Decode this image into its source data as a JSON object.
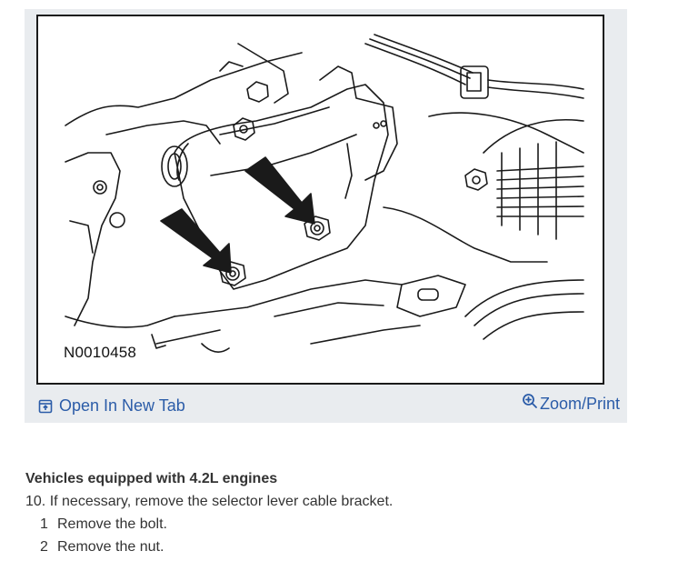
{
  "figure": {
    "id_label": "N0010458",
    "colors": {
      "line": "#1a1a1a",
      "card": "#e9ecef",
      "link": "#2b5ca8"
    }
  },
  "footer": {
    "open_tab_label": "Open In New Tab",
    "open_tab_icon": "open-new-tab-icon",
    "zoom_label": "Zoom/Print",
    "zoom_icon": "zoom-in-icon"
  },
  "content": {
    "heading": "Vehicles equipped with 4.2L engines",
    "step": "10. If necessary, remove the selector lever cable bracket.",
    "substeps": [
      {
        "num": "1",
        "text": "Remove the bolt."
      },
      {
        "num": "2",
        "text": "Remove the nut."
      }
    ]
  }
}
